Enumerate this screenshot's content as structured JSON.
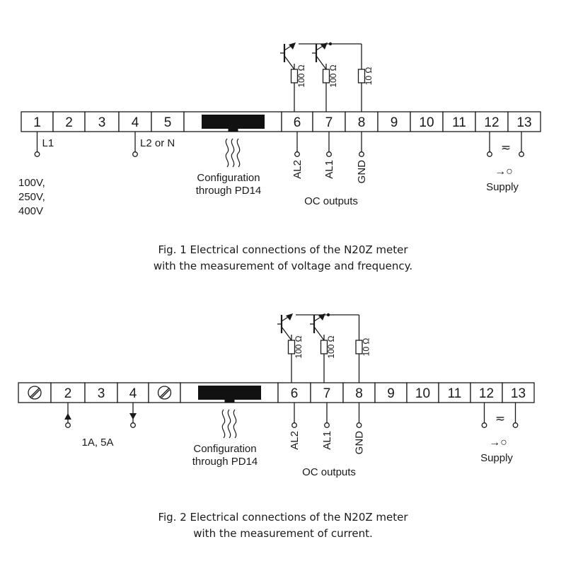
{
  "fig1": {
    "terminals": [
      "1",
      "2",
      "3",
      "4",
      "5",
      "6",
      "7",
      "8",
      "9",
      "10",
      "11",
      "12",
      "13"
    ],
    "resistors": [
      "100 Ω",
      "100 Ω",
      "10 Ω"
    ],
    "labels": {
      "l1": "L1",
      "l2n": "L2 or N",
      "voltages": [
        "100V,",
        "250V,",
        "400V"
      ],
      "config": [
        "Configuration",
        "through PD14"
      ],
      "al2": "AL2",
      "al1": "AL1",
      "gnd": "GND",
      "oc_outputs": "OC outputs",
      "ac_symbol": "≂",
      "supply_arrow": "→○",
      "supply": "Supply"
    },
    "caption": [
      "Fig. 1 Electrical connections of the N20Z meter",
      "with the measurement of voltage and frequency."
    ]
  },
  "fig2": {
    "terminals": [
      "",
      "2",
      "3",
      "4",
      "",
      "6",
      "7",
      "8",
      "9",
      "10",
      "11",
      "12",
      "13"
    ],
    "resistors": [
      "100 Ω",
      "100 Ω",
      "10 Ω"
    ],
    "labels": {
      "current": "1A, 5A",
      "config": [
        "Configuration",
        "through PD14"
      ],
      "al2": "AL2",
      "al1": "AL1",
      "gnd": "GND",
      "oc_outputs": "OC outputs",
      "ac_symbol": "≂",
      "supply_arrow": "→○",
      "supply": "Supply"
    },
    "caption": [
      "Fig. 2 Electrical connections of the N20Z meter",
      "with the measurement of current."
    ]
  }
}
